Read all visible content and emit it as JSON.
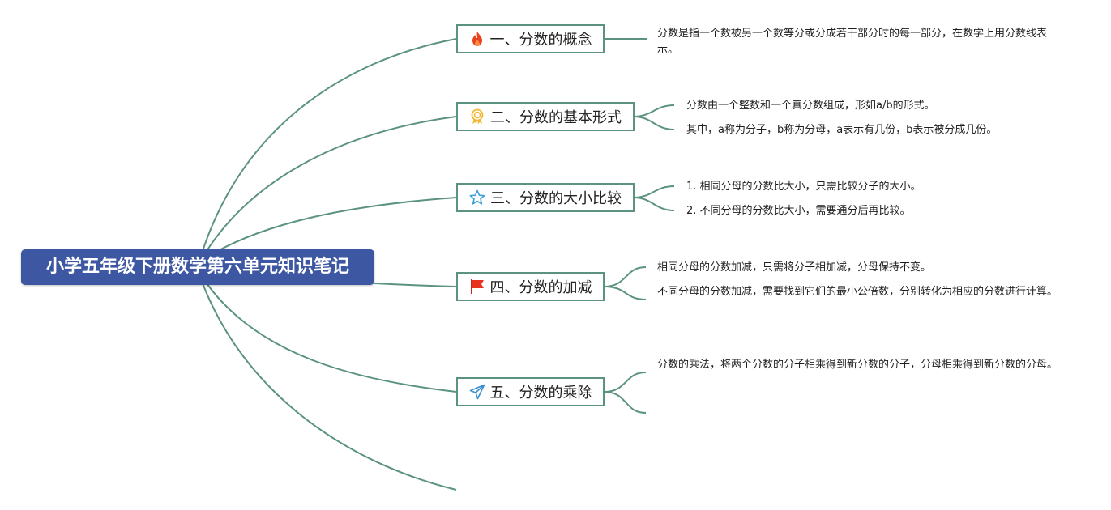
{
  "root": {
    "title": "小学五年级下册数学第六单元知识笔记"
  },
  "colors": {
    "line": "#5b9280",
    "root_bg": "#3d57a3",
    "root_text": "#ffffff"
  },
  "topics": [
    {
      "label": "一、分数的概念",
      "icon": "fire-icon",
      "notes": [
        "分数是指一个数被另一个数等分或分成若干部分时的每一部分，在数学上用分数线表示。"
      ]
    },
    {
      "label": "二、分数的基本形式",
      "icon": "award-ribbon-icon",
      "notes": [
        "分数由一个整数和一个真分数组成，形如a/b的形式。",
        "其中，a称为分子，b称为分母，a表示有几份，b表示被分成几份。"
      ]
    },
    {
      "label": "三、分数的大小比较",
      "icon": "star-icon",
      "notes": [
        "1. 相同分母的分数比大小，只需比较分子的大小。",
        "2. 不同分母的分数比大小，需要通分后再比较。"
      ]
    },
    {
      "label": "四、分数的加减",
      "icon": "red-flag-icon",
      "notes": [
        "相同分母的分数加减，只需将分子相加减，分母保持不变。",
        "不同分母的分数加减，需要找到它们的最小公倍数，分别转化为相应的分数进行计算。"
      ]
    },
    {
      "label": "五、分数的乘除",
      "icon": "paper-plane-icon",
      "notes": [
        "分数的乘法，将两个分数的分子相乘得到新分数的分子，分母相乘得到新分数的分母。"
      ]
    }
  ]
}
